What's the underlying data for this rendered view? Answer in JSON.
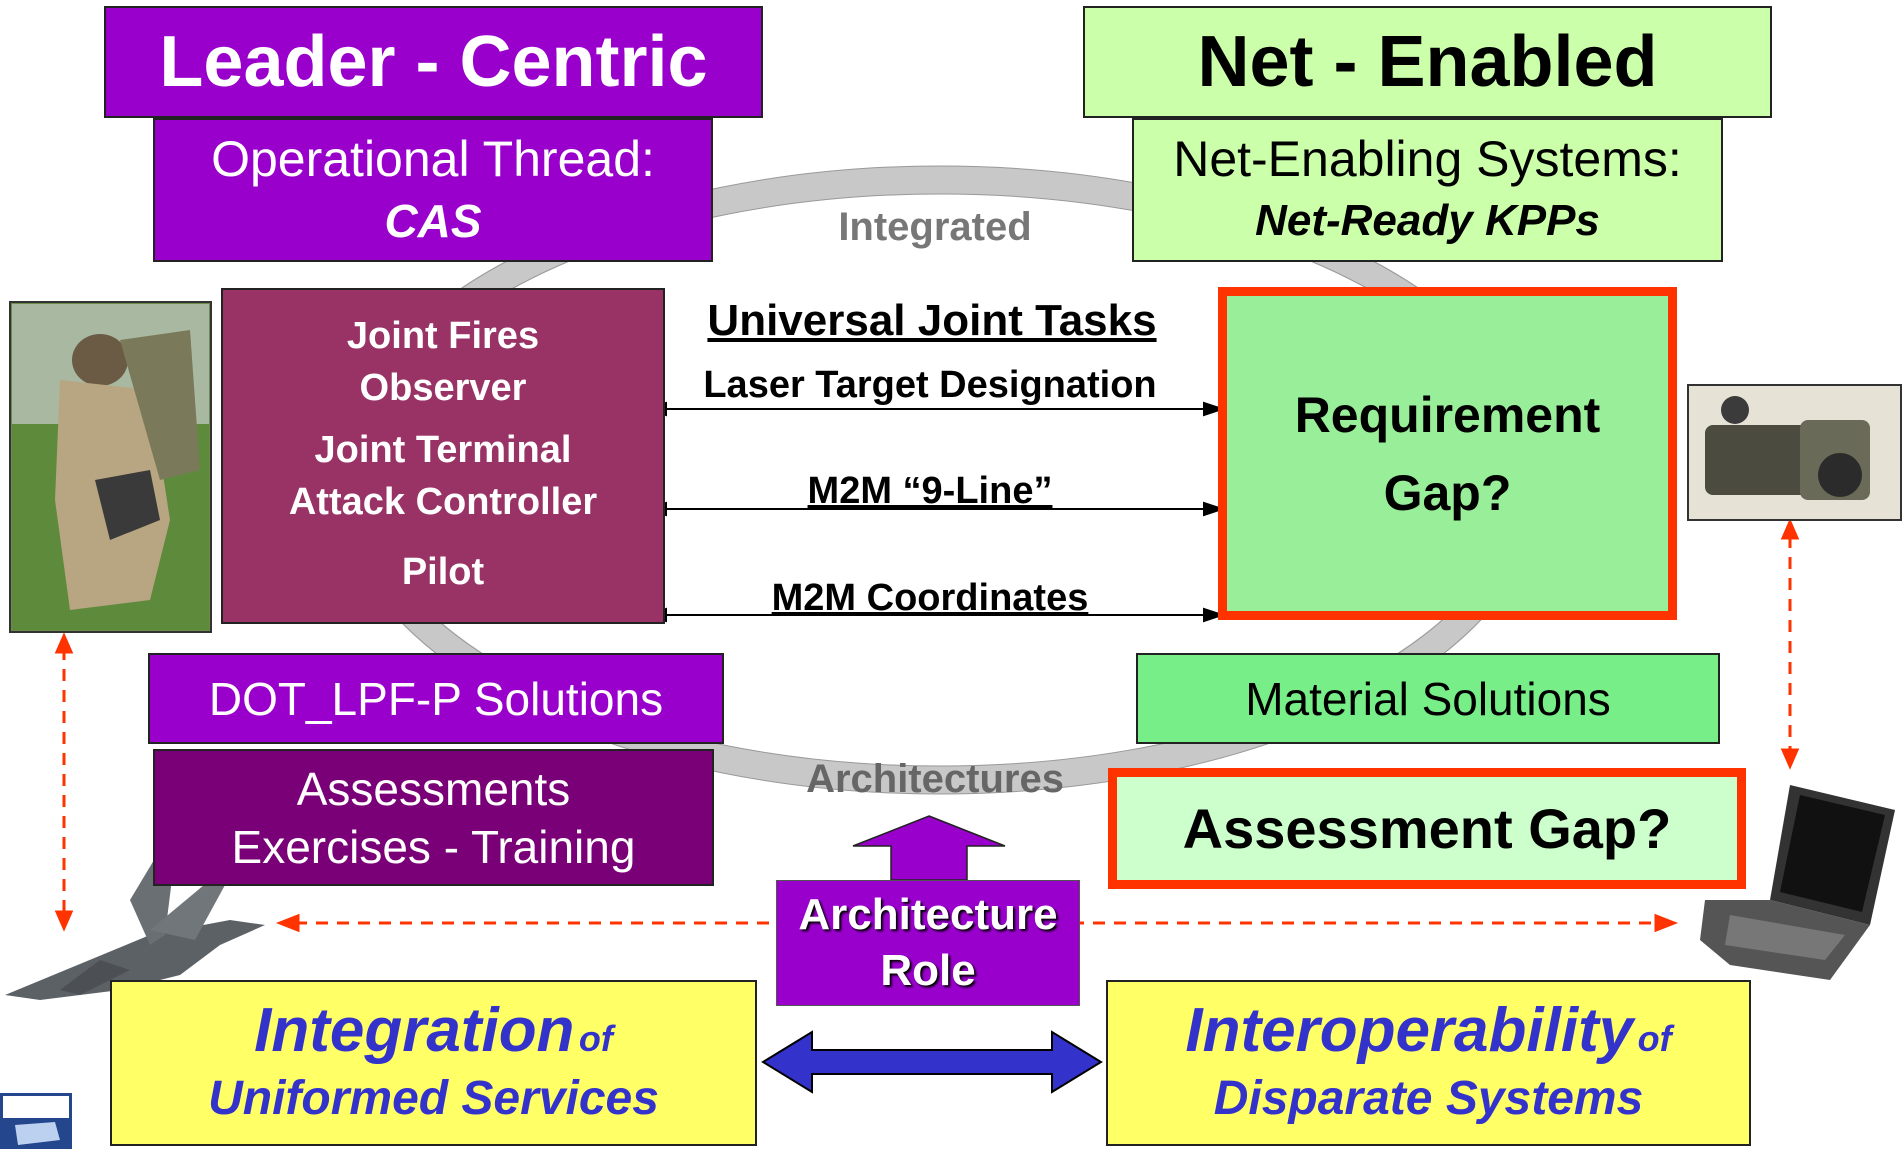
{
  "header": {
    "left_title": "Leader - Centric",
    "right_title": "Net - Enabled"
  },
  "operational_thread": {
    "line1": "Operational Thread:",
    "line2": "CAS"
  },
  "net_enabling": {
    "line1": "Net-Enabling Systems:",
    "line2": "Net-Ready KPPs"
  },
  "ring": {
    "top_label": "Integrated",
    "bottom_label": "Architectures"
  },
  "roles": [
    "Joint Fires",
    "Observer",
    "Joint Terminal",
    "Attack Controller",
    "Pilot"
  ],
  "tasks": {
    "title": "Universal Joint Tasks",
    "items": [
      "Laser Target Designation",
      "M2M “9-Line”",
      "M2M Coordinates"
    ]
  },
  "requirement_gap": {
    "line1": "Requirement",
    "line2": "Gap?"
  },
  "solutions": {
    "left": "DOT_LPF-P Solutions",
    "right": "Material Solutions"
  },
  "assessments": {
    "line1": "Assessments",
    "line2": "Exercises - Training"
  },
  "assessment_gap": "Assessment Gap?",
  "architecture_role": {
    "line1": "Architecture",
    "line2": "Role"
  },
  "integration": {
    "word": "Integration",
    "of": "of",
    "sub": "Uniformed Services"
  },
  "interoperability": {
    "word": "Interoperability",
    "of": "of",
    "sub": "Disparate Systems"
  },
  "colors": {
    "purple": "#9900cc",
    "light_green": "#ccffaa",
    "maroon": "#993366",
    "gap_border": "#ff3300",
    "yellow": "#ffff66",
    "blue_text": "#3333cc",
    "double_arrow": "#3333cc",
    "dashed_arrow": "#ff3300"
  }
}
